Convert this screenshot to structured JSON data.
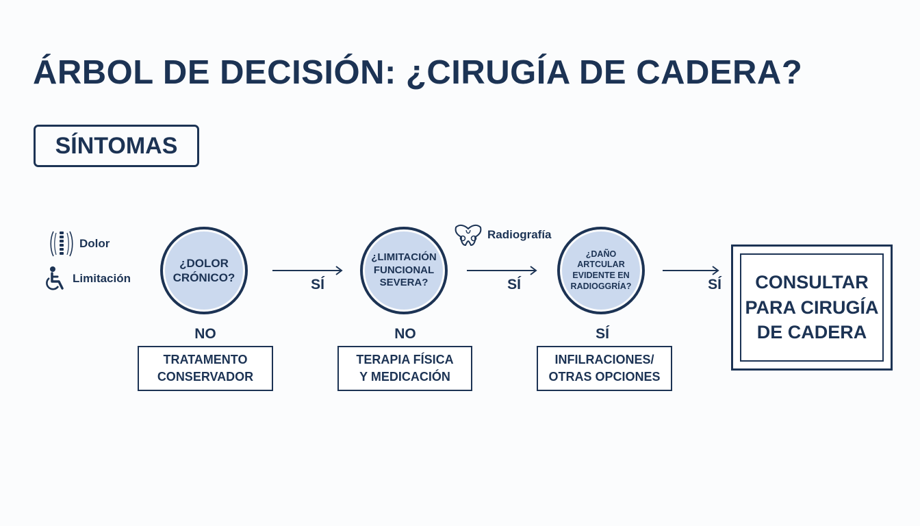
{
  "title": "ÁRBOL DE DECISIÓN: ¿CIRUGÍA DE CADERA?",
  "symptoms": {
    "heading": "SÍNTOMAS",
    "items": [
      {
        "label": "Dolor",
        "icon": "spine-icon"
      },
      {
        "label": "Limitación",
        "icon": "wheelchair-icon"
      }
    ]
  },
  "radiography": {
    "label": "Radiografía",
    "icon": "pelvis-icon"
  },
  "decisions": [
    {
      "line1": "¿DOLOR",
      "line2": "CRÓNICO?",
      "line3": ""
    },
    {
      "line1": "¿LIMITACIÓN",
      "line2": "FUNCIONAL",
      "line3": "SEVERA?"
    },
    {
      "line1": "¿DAÑO ARTCULAR",
      "line2": "EVIDENTE EN",
      "line3": "RADIOGGRÍA?"
    }
  ],
  "yes_labels": [
    "SÍ",
    "SÍ",
    "SÍ"
  ],
  "below_labels": [
    "NO",
    "NO",
    "SÍ"
  ],
  "outcomes": [
    {
      "line1": "TRATAMENTO",
      "line2": "CONSERVADOR"
    },
    {
      "line1": "TERAPIA FÍSICA",
      "line2": "Y MEDICACIÓN"
    },
    {
      "line1": "INFILRACIONES/",
      "line2": "OTRAS OPCIONES"
    }
  ],
  "final": {
    "line1": "CONSULTAR",
    "line2": "PARA CIRUGÍA",
    "line3": "DE CADERA"
  },
  "colors": {
    "primary": "#1c3354",
    "circle_fill": "#cbd9ee",
    "background": "#fbfcfd"
  }
}
